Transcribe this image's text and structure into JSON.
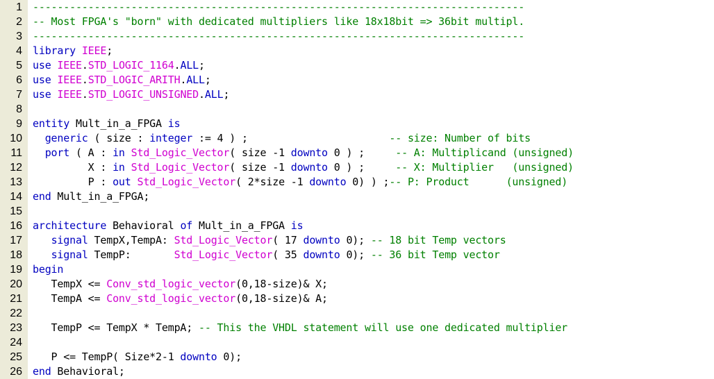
{
  "editor": {
    "colors": {
      "keyword": "#0000c0",
      "type": "#d000d0",
      "comment": "#008000",
      "default": "#000000",
      "gutter": "#ecebd9"
    },
    "lines": [
      {
        "n": "1",
        "tokens": [
          {
            "c": "cm",
            "t": "--------------------------------------------------------------------------------"
          }
        ]
      },
      {
        "n": "2",
        "tokens": [
          {
            "c": "cm",
            "t": "-- Most FPGA's \"born\" with dedicated multipliers like 18x18bit => 36bit multipl."
          }
        ]
      },
      {
        "n": "3",
        "tokens": [
          {
            "c": "cm",
            "t": "--------------------------------------------------------------------------------"
          }
        ]
      },
      {
        "n": "4",
        "tokens": [
          {
            "c": "kw",
            "t": "library"
          },
          {
            "c": "nm",
            "t": " "
          },
          {
            "c": "ty",
            "t": "IEEE"
          },
          {
            "c": "nm",
            "t": ";"
          }
        ]
      },
      {
        "n": "5",
        "tokens": [
          {
            "c": "kw",
            "t": "use"
          },
          {
            "c": "nm",
            "t": " "
          },
          {
            "c": "ty",
            "t": "IEEE"
          },
          {
            "c": "nm",
            "t": "."
          },
          {
            "c": "ty",
            "t": "STD_LOGIC_1164"
          },
          {
            "c": "nm",
            "t": "."
          },
          {
            "c": "kw",
            "t": "ALL"
          },
          {
            "c": "nm",
            "t": ";"
          }
        ]
      },
      {
        "n": "6",
        "tokens": [
          {
            "c": "kw",
            "t": "use"
          },
          {
            "c": "nm",
            "t": " "
          },
          {
            "c": "ty",
            "t": "IEEE"
          },
          {
            "c": "nm",
            "t": "."
          },
          {
            "c": "ty",
            "t": "STD_LOGIC_ARITH"
          },
          {
            "c": "nm",
            "t": "."
          },
          {
            "c": "kw",
            "t": "ALL"
          },
          {
            "c": "nm",
            "t": ";"
          }
        ]
      },
      {
        "n": "7",
        "tokens": [
          {
            "c": "kw",
            "t": "use"
          },
          {
            "c": "nm",
            "t": " "
          },
          {
            "c": "ty",
            "t": "IEEE"
          },
          {
            "c": "nm",
            "t": "."
          },
          {
            "c": "ty",
            "t": "STD_LOGIC_UNSIGNED"
          },
          {
            "c": "nm",
            "t": "."
          },
          {
            "c": "kw",
            "t": "ALL"
          },
          {
            "c": "nm",
            "t": ";"
          }
        ]
      },
      {
        "n": "8",
        "tokens": []
      },
      {
        "n": "9",
        "tokens": [
          {
            "c": "kw",
            "t": "entity"
          },
          {
            "c": "nm",
            "t": " Mult_in_a_FPGA "
          },
          {
            "c": "kw",
            "t": "is"
          }
        ]
      },
      {
        "n": "10",
        "tokens": [
          {
            "c": "nm",
            "t": "  "
          },
          {
            "c": "kw",
            "t": "generic"
          },
          {
            "c": "nm",
            "t": " ( size : "
          },
          {
            "c": "kw",
            "t": "integer"
          },
          {
            "c": "nm",
            "t": " := 4 ) ;                       "
          },
          {
            "c": "cm",
            "t": "-- size: Number of bits"
          }
        ]
      },
      {
        "n": "11",
        "tokens": [
          {
            "c": "nm",
            "t": "  "
          },
          {
            "c": "kw",
            "t": "port"
          },
          {
            "c": "nm",
            "t": " ( A : "
          },
          {
            "c": "kw",
            "t": "in"
          },
          {
            "c": "nm",
            "t": " "
          },
          {
            "c": "ty",
            "t": "Std_Logic_Vector"
          },
          {
            "c": "nm",
            "t": "( size -1 "
          },
          {
            "c": "kw",
            "t": "downto"
          },
          {
            "c": "nm",
            "t": " 0 ) ;     "
          },
          {
            "c": "cm",
            "t": "-- A: Multiplicand (unsigned)"
          }
        ]
      },
      {
        "n": "12",
        "tokens": [
          {
            "c": "nm",
            "t": "         X : "
          },
          {
            "c": "kw",
            "t": "in"
          },
          {
            "c": "nm",
            "t": " "
          },
          {
            "c": "ty",
            "t": "Std_Logic_Vector"
          },
          {
            "c": "nm",
            "t": "( size -1 "
          },
          {
            "c": "kw",
            "t": "downto"
          },
          {
            "c": "nm",
            "t": " 0 ) ;     "
          },
          {
            "c": "cm",
            "t": "-- X: Multiplier   (unsigned)"
          }
        ]
      },
      {
        "n": "13",
        "tokens": [
          {
            "c": "nm",
            "t": "         P : "
          },
          {
            "c": "kw",
            "t": "out"
          },
          {
            "c": "nm",
            "t": " "
          },
          {
            "c": "ty",
            "t": "Std_Logic_Vector"
          },
          {
            "c": "nm",
            "t": "( 2*size -1 "
          },
          {
            "c": "kw",
            "t": "downto"
          },
          {
            "c": "nm",
            "t": " 0) ) ;"
          },
          {
            "c": "cm",
            "t": "-- P: Product      (unsigned)"
          }
        ]
      },
      {
        "n": "14",
        "tokens": [
          {
            "c": "kw",
            "t": "end"
          },
          {
            "c": "nm",
            "t": " Mult_in_a_FPGA;"
          }
        ]
      },
      {
        "n": "15",
        "tokens": []
      },
      {
        "n": "16",
        "tokens": [
          {
            "c": "kw",
            "t": "architecture"
          },
          {
            "c": "nm",
            "t": " Behavioral "
          },
          {
            "c": "kw",
            "t": "of"
          },
          {
            "c": "nm",
            "t": " Mult_in_a_FPGA "
          },
          {
            "c": "kw",
            "t": "is"
          }
        ]
      },
      {
        "n": "17",
        "tokens": [
          {
            "c": "nm",
            "t": "   "
          },
          {
            "c": "kw",
            "t": "signal"
          },
          {
            "c": "nm",
            "t": " TempX,TempA: "
          },
          {
            "c": "ty",
            "t": "Std_Logic_Vector"
          },
          {
            "c": "nm",
            "t": "( 17 "
          },
          {
            "c": "kw",
            "t": "downto"
          },
          {
            "c": "nm",
            "t": " 0); "
          },
          {
            "c": "cm",
            "t": "-- 18 bit Temp vectors"
          }
        ]
      },
      {
        "n": "18",
        "tokens": [
          {
            "c": "nm",
            "t": "   "
          },
          {
            "c": "kw",
            "t": "signal"
          },
          {
            "c": "nm",
            "t": " TempP:       "
          },
          {
            "c": "ty",
            "t": "Std_Logic_Vector"
          },
          {
            "c": "nm",
            "t": "( 35 "
          },
          {
            "c": "kw",
            "t": "downto"
          },
          {
            "c": "nm",
            "t": " 0); "
          },
          {
            "c": "cm",
            "t": "-- 36 bit Temp vector"
          }
        ]
      },
      {
        "n": "19",
        "tokens": [
          {
            "c": "kw",
            "t": "begin"
          }
        ]
      },
      {
        "n": "20",
        "tokens": [
          {
            "c": "nm",
            "t": "   TempX <= "
          },
          {
            "c": "ty",
            "t": "Conv_std_logic_vector"
          },
          {
            "c": "nm",
            "t": "(0,18-size)& X;"
          }
        ]
      },
      {
        "n": "21",
        "tokens": [
          {
            "c": "nm",
            "t": "   TempA <= "
          },
          {
            "c": "ty",
            "t": "Conv_std_logic_vector"
          },
          {
            "c": "nm",
            "t": "(0,18-size)& A;"
          }
        ]
      },
      {
        "n": "22",
        "tokens": []
      },
      {
        "n": "23",
        "tokens": [
          {
            "c": "nm",
            "t": "   TempP <= TempX * TempA; "
          },
          {
            "c": "cm",
            "t": "-- This the VHDL statement will use one dedicated multiplier"
          }
        ]
      },
      {
        "n": "24",
        "tokens": []
      },
      {
        "n": "25",
        "tokens": [
          {
            "c": "nm",
            "t": "   P <= TempP( Size*2-1 "
          },
          {
            "c": "kw",
            "t": "downto"
          },
          {
            "c": "nm",
            "t": " 0);"
          }
        ]
      },
      {
        "n": "26",
        "tokens": [
          {
            "c": "kw",
            "t": "end"
          },
          {
            "c": "nm",
            "t": " Behavioral;"
          }
        ]
      }
    ]
  }
}
